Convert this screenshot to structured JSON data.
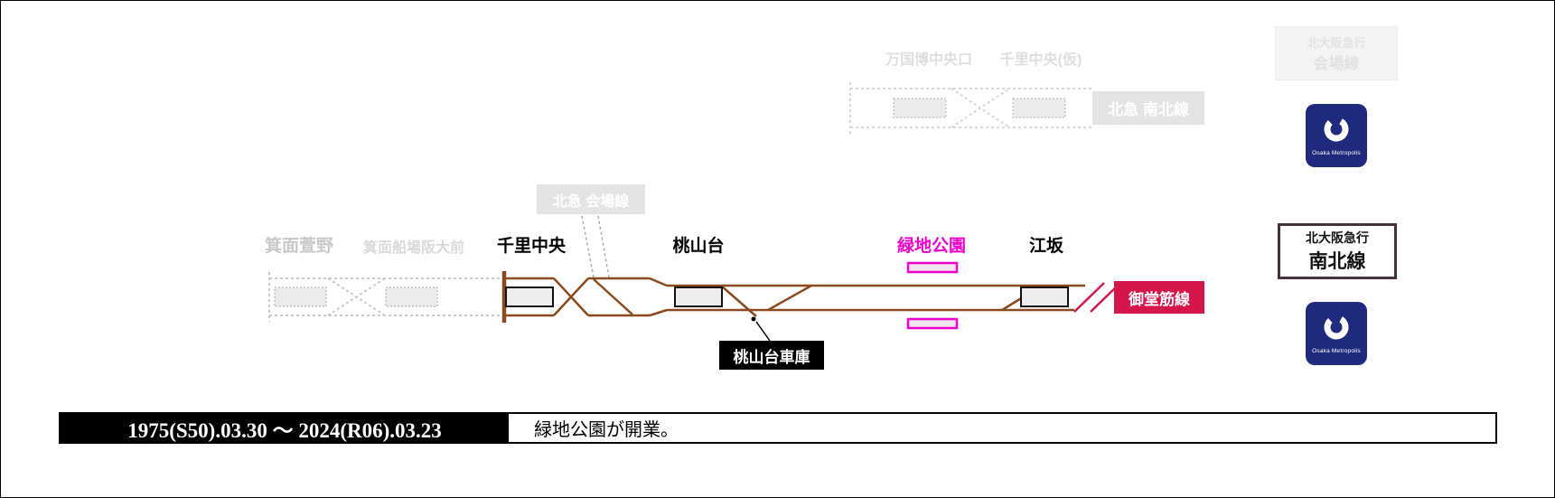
{
  "colors": {
    "hokyu_brown": "#8A4A1E",
    "midosuji_red": "#D4164B",
    "new_station_magenta": "#EE00CC",
    "faded_gray": "#D9D9D9",
    "logo_navy": "#202A7C"
  },
  "former_section": {
    "stations": [
      {
        "label": "万国博中央口"
      },
      {
        "label": "千里中央(仮)"
      }
    ],
    "line_badge": "北急 南北線",
    "branch_badge": "北急 会場線",
    "kaijo_badge": {
      "company": "北大阪急行",
      "line": "会場線"
    }
  },
  "future_section": {
    "stations": [
      {
        "label": "箕面萱野"
      },
      {
        "label": "箕面船場阪大前"
      }
    ]
  },
  "current_line": {
    "stations": [
      {
        "label": "千里中央"
      },
      {
        "label": "桃山台"
      },
      {
        "label": "緑地公園",
        "highlight": true
      },
      {
        "label": "江坂"
      }
    ],
    "depot_badge": "桃山台車庫",
    "connecting_line_badge": "御堂筋線"
  },
  "legend": {
    "company": "北大阪急行",
    "line": "南北線"
  },
  "logo": {
    "caption": "Osaka Metropolis"
  },
  "footer": {
    "period": "1975(S50).03.30 ～ 2024(R06).03.23",
    "event": "緑地公園が開業。"
  }
}
